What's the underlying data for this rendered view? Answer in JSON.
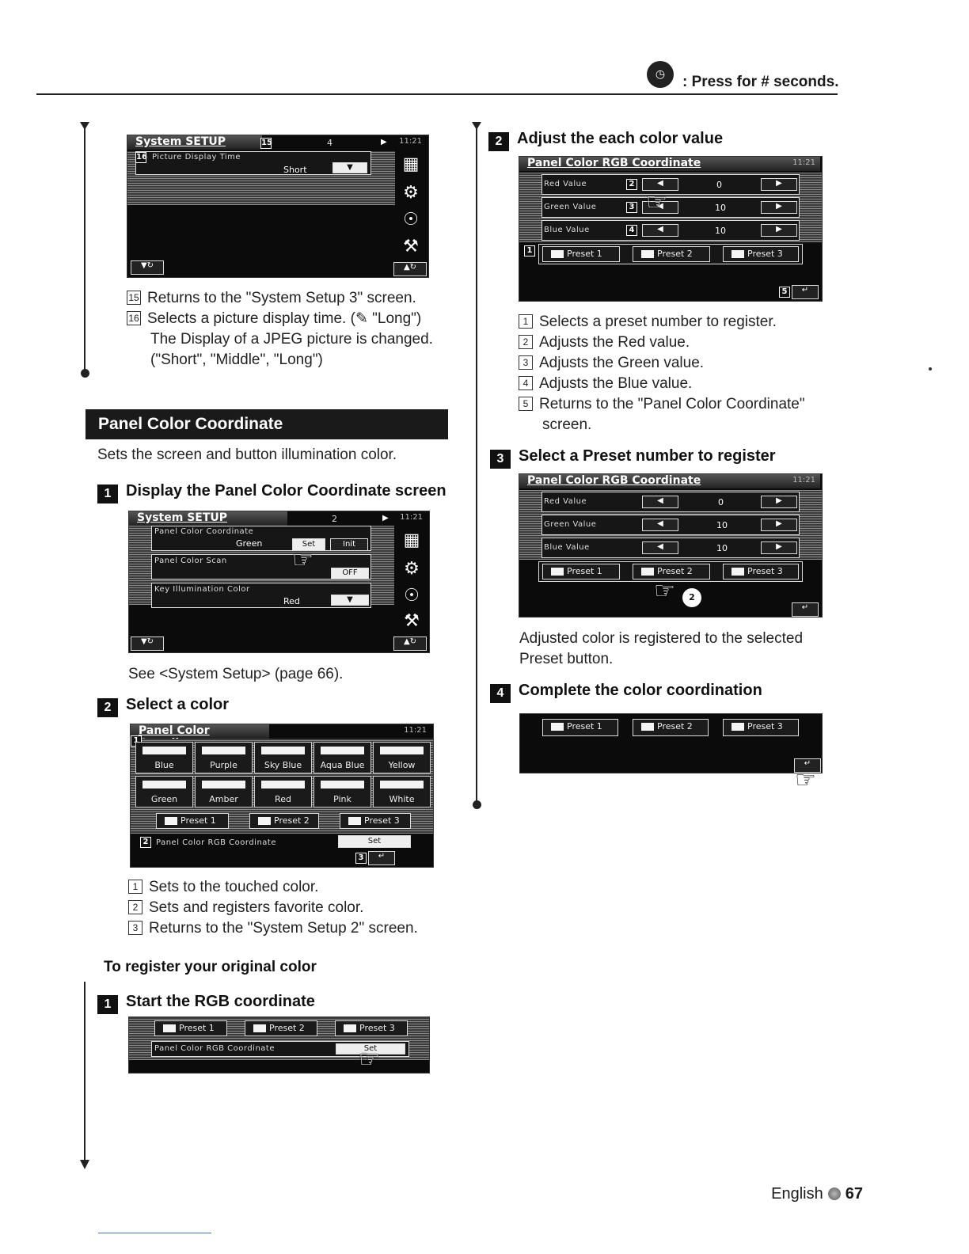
{
  "header": {
    "press_label": ": Press for # seconds.",
    "press_icon": "clock-hand-icon"
  },
  "left": {
    "sys1": {
      "title": "System SETUP",
      "badge": "15",
      "page": "4",
      "row_badge": "16",
      "row_label": "Picture Display Time",
      "row_value": "Short",
      "clock": "11:21"
    },
    "items1": [
      {
        "num": "15",
        "text": "Returns to the \"System Setup 3\" screen."
      },
      {
        "num": "16",
        "text": "Selects a picture display time. (✎ \"Long\")"
      },
      {
        "num": "",
        "text": "The Display of a JPEG picture is changed."
      },
      {
        "num": "",
        "text": "(\"Short\", \"Middle\", \"Long\")"
      }
    ],
    "section_title": "Panel Color Coordinate",
    "section_desc": "Sets the screen and button illumination color.",
    "step1": {
      "num": "1",
      "label": "Display the Panel Color Coordinate screen"
    },
    "sys2": {
      "title": "System SETUP",
      "page": "2",
      "clock": "11:21",
      "row1_label": "Panel Color Coordinate",
      "row1_value": "Green",
      "set": "Set",
      "init": "Init",
      "row2_label": "Panel Color Scan",
      "row2_value": "OFF",
      "row3_label": "Key Illumination Color",
      "row3_value": "Red"
    },
    "see_text": "See <System Setup> (page 66).",
    "step2": {
      "num": "2",
      "label": "Select a color"
    },
    "colors": {
      "title": "Panel Color Coordinate",
      "clock": "11:21",
      "row1": [
        "Blue",
        "Purple",
        "Sky Blue",
        "Aqua Blue",
        "Yellow"
      ],
      "row2": [
        "Green",
        "Amber",
        "Red",
        "Pink",
        "White"
      ],
      "presets": [
        "Preset 1",
        "Preset 2",
        "Preset 3"
      ],
      "rgb_label": "Panel Color RGB Coordinate",
      "set": "Set"
    },
    "items2": [
      {
        "num": "1",
        "text": "Sets to the touched color."
      },
      {
        "num": "2",
        "text": "Sets and registers favorite color."
      },
      {
        "num": "3",
        "text": "Returns to the \"System Setup 2\" screen."
      }
    ],
    "register_head": "To register your original color",
    "step_rgb": {
      "num": "1",
      "label": "Start the RGB coordinate"
    },
    "start": {
      "presets": [
        "Preset 1",
        "Preset 2",
        "Preset 3"
      ],
      "rgb_label": "Panel Color RGB Coordinate",
      "set": "Set"
    }
  },
  "right": {
    "step2": {
      "num": "2",
      "label": "Adjust the each color value"
    },
    "rgb1": {
      "title": "Panel Color RGB Coordinate",
      "clock": "11:21",
      "rows": [
        {
          "label": "Red Value",
          "badge": "2",
          "value": "0"
        },
        {
          "label": "Green Value",
          "badge": "3",
          "value": "10"
        },
        {
          "label": "Blue Value",
          "badge": "4",
          "value": "10"
        }
      ],
      "presets": [
        "Preset 1",
        "Preset 2",
        "Preset 3"
      ]
    },
    "items": [
      {
        "num": "1",
        "text": "Selects a preset number to register."
      },
      {
        "num": "2",
        "text": "Adjusts the Red value."
      },
      {
        "num": "3",
        "text": "Adjusts the Green value."
      },
      {
        "num": "4",
        "text": "Adjusts the Blue value."
      },
      {
        "num": "5",
        "text": "Returns to the \"Panel Color Coordinate\""
      },
      {
        "num": "",
        "text": "screen."
      }
    ],
    "step3": {
      "num": "3",
      "label": "Select a Preset number to register"
    },
    "rgb2": {
      "title": "Panel Color RGB Coordinate",
      "clock": "11:21",
      "rows": [
        {
          "label": "Red Value",
          "value": "0"
        },
        {
          "label": "Green Value",
          "value": "10"
        },
        {
          "label": "Blue Value",
          "value": "10"
        }
      ],
      "presets": [
        "Preset 1",
        "Preset 2",
        "Preset 3"
      ]
    },
    "registered_text": [
      "Adjusted color is registered to the selected",
      "Preset button."
    ],
    "step4": {
      "num": "4",
      "label": "Complete the color coordination"
    },
    "final": {
      "presets": [
        "Preset 1",
        "Preset 2",
        "Preset 3"
      ]
    }
  },
  "footer": {
    "language": "English",
    "page": "67"
  }
}
